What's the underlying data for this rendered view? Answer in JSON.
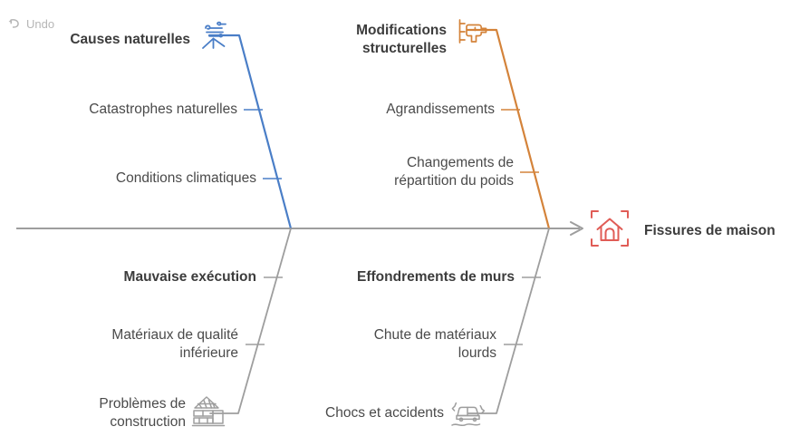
{
  "toolbar": {
    "undo_label": "Undo",
    "undo_icon": "undo-arrow-icon"
  },
  "diagram": {
    "type": "fishbone",
    "title_effect": "Fissures de maison",
    "effect_icon": "house-crack-scan-icon",
    "spine_color": "#9e9e9e",
    "categories": [
      {
        "id": "causes-naturelles",
        "label": "Causes naturelles",
        "position": "top-left",
        "color": "#4a7ec7",
        "icon": "wind-storm-icon",
        "causes": [
          "Catastrophes naturelles",
          "Conditions climatiques"
        ]
      },
      {
        "id": "modifications-structurelles",
        "label": "Modifications\nstructurelles",
        "position": "top-right",
        "color": "#d4833a",
        "icon": "power-drill-icon",
        "causes": [
          "Agrandissements",
          "Changements de\nrépartition du poids"
        ]
      },
      {
        "id": "mauvaise-execution",
        "label": "Mauvaise exécution",
        "position": "bottom-left",
        "color": "#9e9e9e",
        "icon": "brick-construction-icon",
        "causes": [
          "Matériaux de qualité\ninférieure",
          "Problèmes de\nconstruction"
        ]
      },
      {
        "id": "effondrements-de-murs",
        "label": "Effondrements de murs",
        "position": "bottom-right",
        "color": "#9e9e9e",
        "icon": "car-crash-icon",
        "causes": [
          "Chute de matériaux\nlourds",
          "Chocs et accidents"
        ]
      }
    ]
  }
}
